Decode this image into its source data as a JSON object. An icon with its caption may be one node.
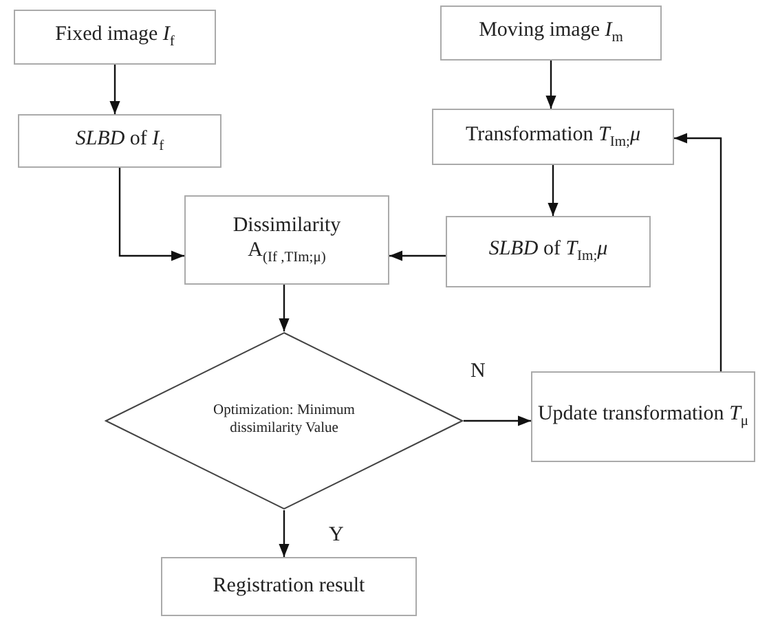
{
  "diagram": {
    "nodes": [
      {
        "text": [
          "Fixed image *I*$_{f}$"
        ]
      },
      {
        "text": [
          "*SLBD* of *I*$_{f}$"
        ]
      },
      {
        "text": [
          "Moving image *I*$_{m}$"
        ]
      },
      {
        "text": [
          "Transformation *T*$_{Im;}$*μ*"
        ]
      },
      {
        "text": [
          "Dissimilarity",
          "A$_{(If ,TIm;μ)}$"
        ]
      },
      {
        "text": [
          "*SLBD* of *T*$_{Im;}$*μ*"
        ]
      },
      {
        "text": [
          "Optimization: Minimum dissimilarity Value"
        ]
      },
      {
        "text": [
          "Update transformation *T*$_{μ}$"
        ]
      },
      {
        "text": [
          "Registration result"
        ]
      }
    ],
    "edges": [
      {
        "from": 0,
        "to": 1,
        "arrow": "to"
      },
      {
        "from": 2,
        "to": 3,
        "arrow": "to"
      },
      {
        "from": 1,
        "to": 4,
        "arrow": "to"
      },
      {
        "from": 3,
        "to": 5,
        "arrow": "to"
      },
      {
        "from": 5,
        "to": 4,
        "arrow": "to"
      },
      {
        "from": 4,
        "to": 6,
        "arrow": "to"
      },
      {
        "from": 6,
        "to": 7,
        "label": "N",
        "arrow": "to"
      },
      {
        "from": 6,
        "to": 8,
        "label": "Y",
        "arrow": "to"
      },
      {
        "from": 7,
        "to": 3,
        "arrow": "to"
      }
    ]
  }
}
